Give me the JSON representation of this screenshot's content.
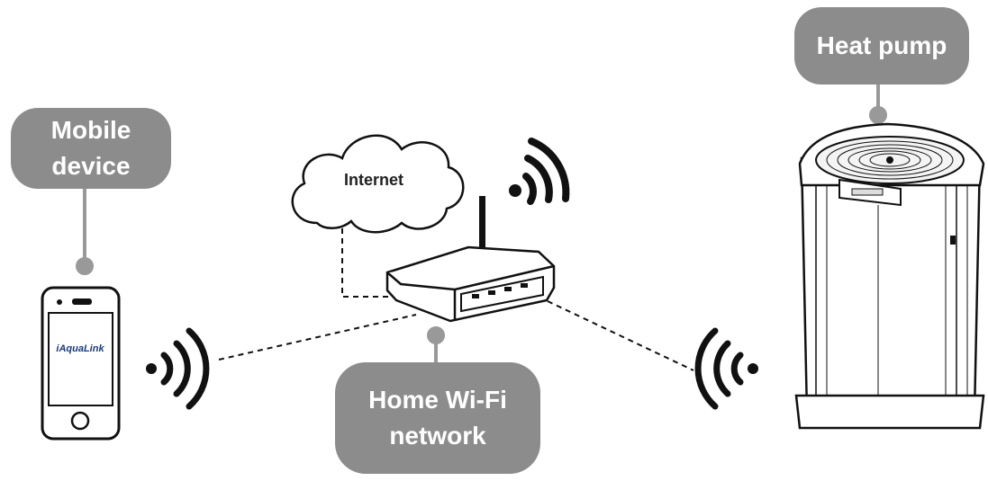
{
  "callouts": {
    "mobile_line1": "Mobile",
    "mobile_line2": "device",
    "network_line1": "Home Wi-Fi",
    "network_line2": "network",
    "heat_pump": "Heat pump"
  },
  "cloud_label": "Internet",
  "phone_app_label": "iAquaLink",
  "icons": [
    "wifi-signal-icon",
    "cloud-icon",
    "router-icon",
    "smartphone-icon",
    "heat-pump-icon"
  ],
  "colors": {
    "callout_bg": "#8c8c8c",
    "callout_text": "#ffffff",
    "line_art": "#111111"
  }
}
